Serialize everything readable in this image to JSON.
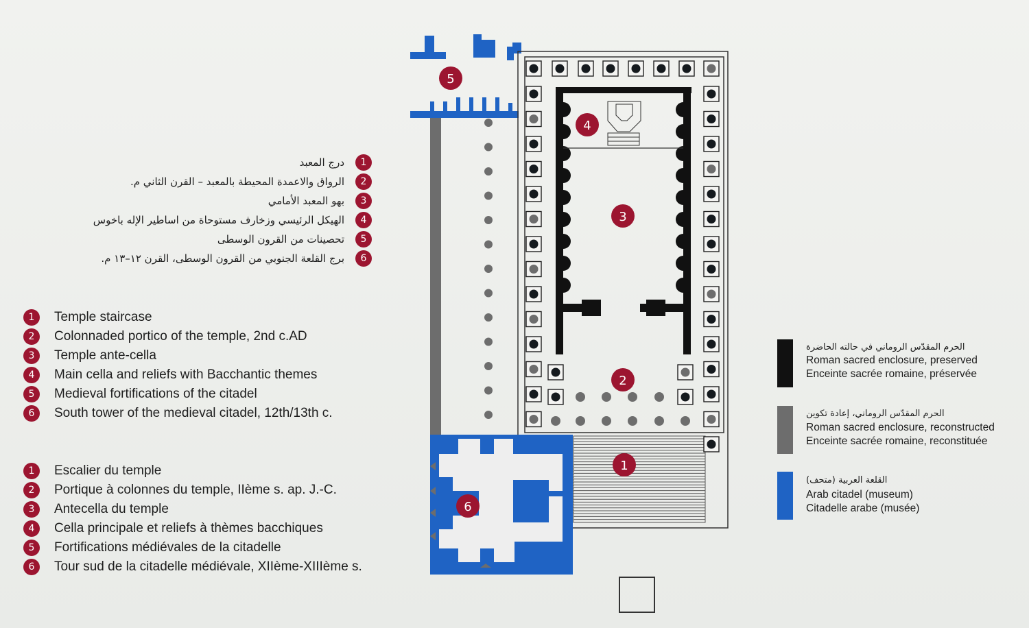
{
  "legend_ar": [
    {
      "num": "1",
      "text": "درج المعبد"
    },
    {
      "num": "2",
      "text": "الرواق والاعمدة المحيطة بالمعبد – القرن الثاني م."
    },
    {
      "num": "3",
      "text": "بهو المعبد الأمامي"
    },
    {
      "num": "4",
      "text": "الهيكل الرئيسي وزخارف مستوحاة من اساطير الإله باخوس"
    },
    {
      "num": "5",
      "text": "تحصينات من القرون الوسطى"
    },
    {
      "num": "6",
      "text": "برج القلعة الجنوبي من القرون الوسطى، القرن ١٢–١٣ م."
    }
  ],
  "legend_en": [
    {
      "num": "1",
      "text": "Temple staircase"
    },
    {
      "num": "2",
      "text": "Colonnaded portico of the temple, 2nd c.AD"
    },
    {
      "num": "3",
      "text": "Temple ante-cella"
    },
    {
      "num": "4",
      "text": "Main cella and reliefs with Bacchantic themes"
    },
    {
      "num": "5",
      "text": "Medieval fortifications of the citadel"
    },
    {
      "num": "6",
      "text": "South tower of the medieval citadel, 12th/13th c."
    }
  ],
  "legend_fr": [
    {
      "num": "1",
      "text": "Escalier du temple"
    },
    {
      "num": "2",
      "text": "Portique à colonnes du temple, IIème s. ap. J.-C."
    },
    {
      "num": "3",
      "text": "Antecella du temple"
    },
    {
      "num": "4",
      "text": "Cella principale et reliefs à thèmes bacchiques"
    },
    {
      "num": "5",
      "text": "Fortifications médiévales de la citadelle"
    },
    {
      "num": "6",
      "text": "Tour sud de la citadelle médiévale, XIIème-XIIIème s."
    }
  ],
  "map_key": [
    {
      "color": "#111111",
      "ar": "الحرم المقدّس الروماني في حالته الحاضرة",
      "en": "Roman sacred enclosure, preserved",
      "fr": "Enceinte sacrée romaine, préservée"
    },
    {
      "color": "#6d6d6d",
      "ar": "الحرم المقدّس الروماني، إعادة تكوين",
      "en": "Roman sacred enclosure, reconstructed",
      "fr": "Enceinte sacrée romaine, reconstituée"
    },
    {
      "color": "#1f63c4",
      "ar": "القلعة العربية (متحف)",
      "en": "Arab citadel (museum)",
      "fr": "Citadelle arabe (musée)"
    }
  ],
  "plan_markers": {
    "m1": "1",
    "m2": "2",
    "m3": "3",
    "m4": "4",
    "m5": "5",
    "m6": "6"
  },
  "colors": {
    "accent": "#9c1530",
    "preserved": "#111111",
    "reconstructed": "#6d6d6d",
    "citadel": "#1f63c4"
  }
}
